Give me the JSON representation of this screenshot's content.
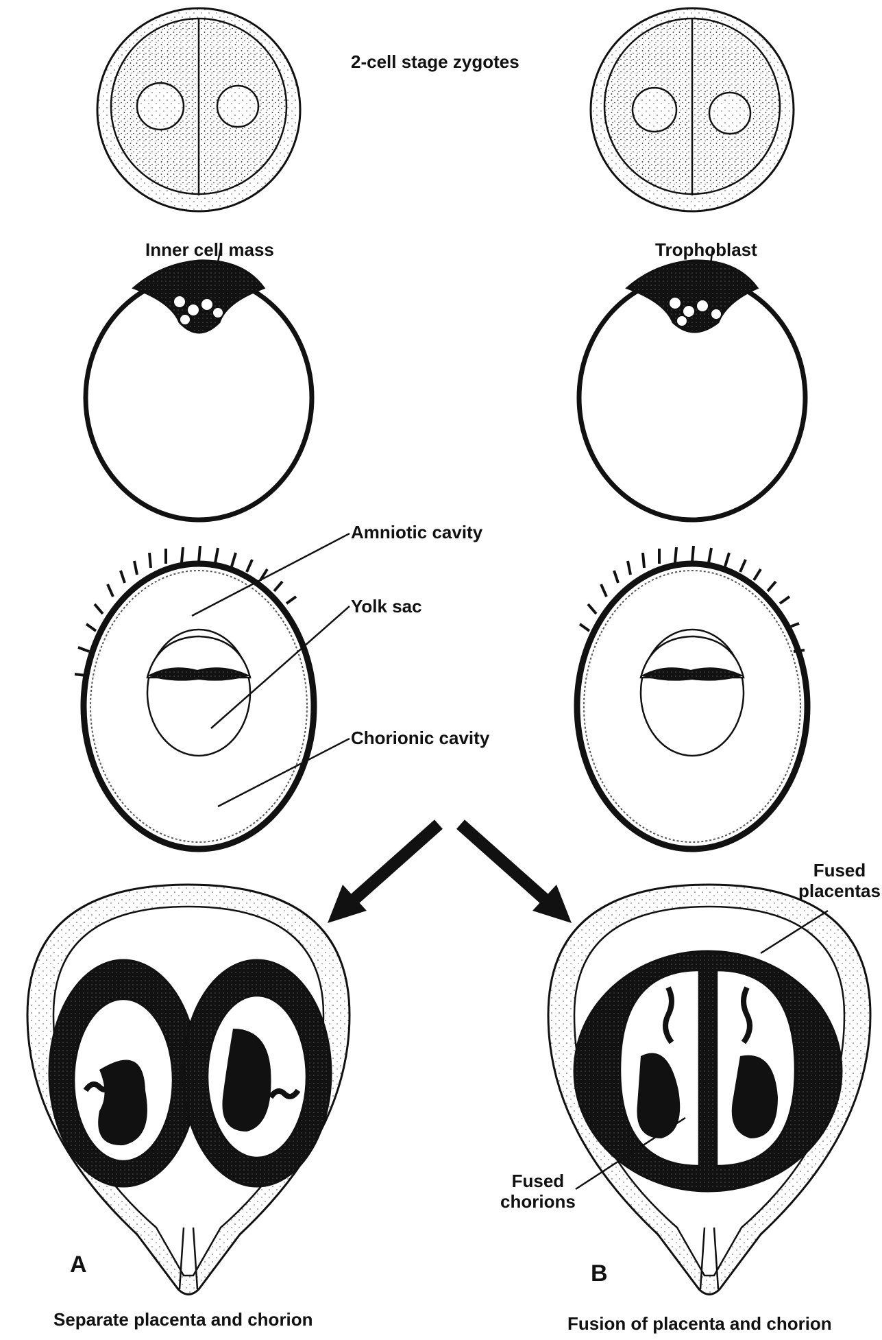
{
  "labels": {
    "two_cell": "2-cell stage zygotes",
    "inner_cell_mass": "Inner cell mass",
    "trophoblast": "Trophoblast",
    "amniotic_cavity": "Amniotic cavity",
    "yolk_sac": "Yolk sac",
    "chorionic_cavity": "Chorionic cavity",
    "fused_placentas_1": "Fused",
    "fused_placentas_2": "placentas",
    "fused_chorions_1": "Fused",
    "fused_chorions_2": "chorions",
    "panel_a": "A",
    "panel_b": "B",
    "caption_a": "Separate placenta and chorion",
    "caption_b": "Fusion of placenta and chorion"
  }
}
